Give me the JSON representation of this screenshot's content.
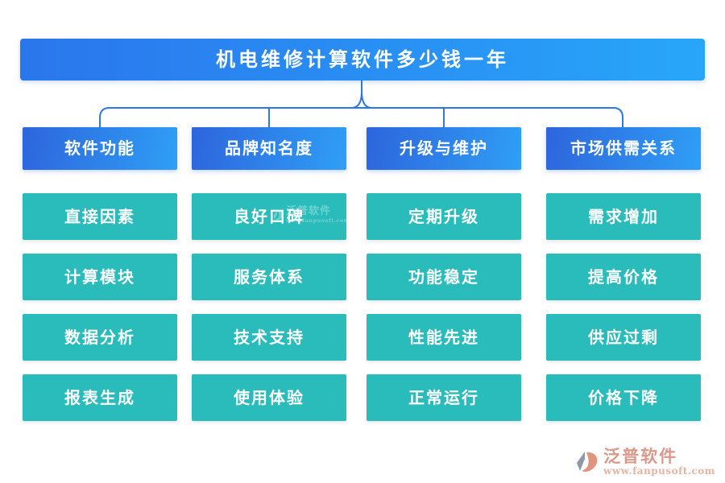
{
  "title": "机电维修计算软件多少钱一年",
  "columns": [
    {
      "header": "软件功能",
      "items": [
        "直接因素",
        "计算模块",
        "数据分析",
        "报表生成"
      ]
    },
    {
      "header": "品牌知名度",
      "items": [
        "良好口碑",
        "服务体系",
        "技术支持",
        "使用体验"
      ]
    },
    {
      "header": "升级与维护",
      "items": [
        "定期升级",
        "功能稳定",
        "性能先进",
        "正常运行"
      ]
    },
    {
      "header": "市场供需关系",
      "items": [
        "需求增加",
        "提高价格",
        "供应过剩",
        "价格下降"
      ]
    }
  ],
  "footer": {
    "brand": "泛普软件",
    "url": "www.fanpusoft.com"
  },
  "colors": {
    "title-grad-start": "#2a76ec",
    "title-grad-end": "#28a6f9",
    "header-grad-start": "#2d65dd",
    "header-grad-end": "#2f9ff5",
    "node-teal": "#29bcbb",
    "line-blue": "#2e77e6",
    "brand-text": "#d9998b",
    "brand-url": "#e5b3a4"
  }
}
